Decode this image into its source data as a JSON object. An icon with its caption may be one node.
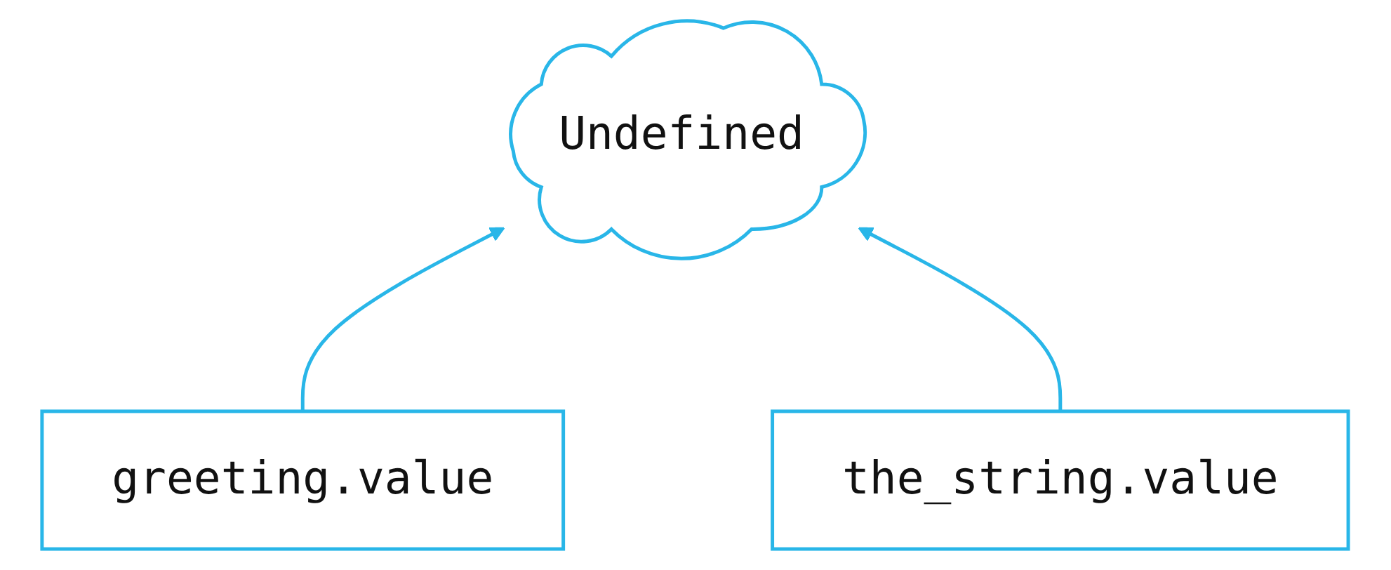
{
  "diagram": {
    "nodes": [
      {
        "text": [
          "Undefined"
        ]
      },
      {
        "text": [
          "greeting.value"
        ]
      },
      {
        "text": [
          "the_string.value"
        ]
      }
    ],
    "edges": [
      {
        "from": 1,
        "to": 0,
        "arrow": "to"
      },
      {
        "from": 2,
        "to": 0,
        "arrow": "to"
      }
    ]
  }
}
